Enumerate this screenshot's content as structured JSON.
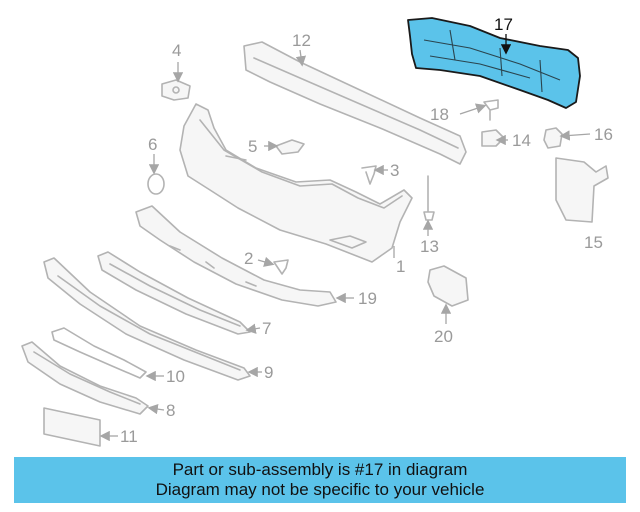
{
  "callouts": {
    "c1": "1",
    "c2": "2",
    "c3": "3",
    "c4": "4",
    "c5": "5",
    "c6": "6",
    "c7": "7",
    "c8": "8",
    "c9": "9",
    "c10": "10",
    "c11": "11",
    "c12": "12",
    "c13": "13",
    "c14": "14",
    "c15": "15",
    "c16": "16",
    "c17": "17",
    "c18": "18",
    "c19": "19",
    "c20": "20"
  },
  "highlight": {
    "part_number": "17",
    "fill_color": "#5bc3ea",
    "stroke_color": "#1a1a1a"
  },
  "banner": {
    "line1": "Part or sub-assembly is #17 in diagram",
    "line2": "Diagram may not be specific to your vehicle",
    "background_color": "#5bc3ea"
  }
}
